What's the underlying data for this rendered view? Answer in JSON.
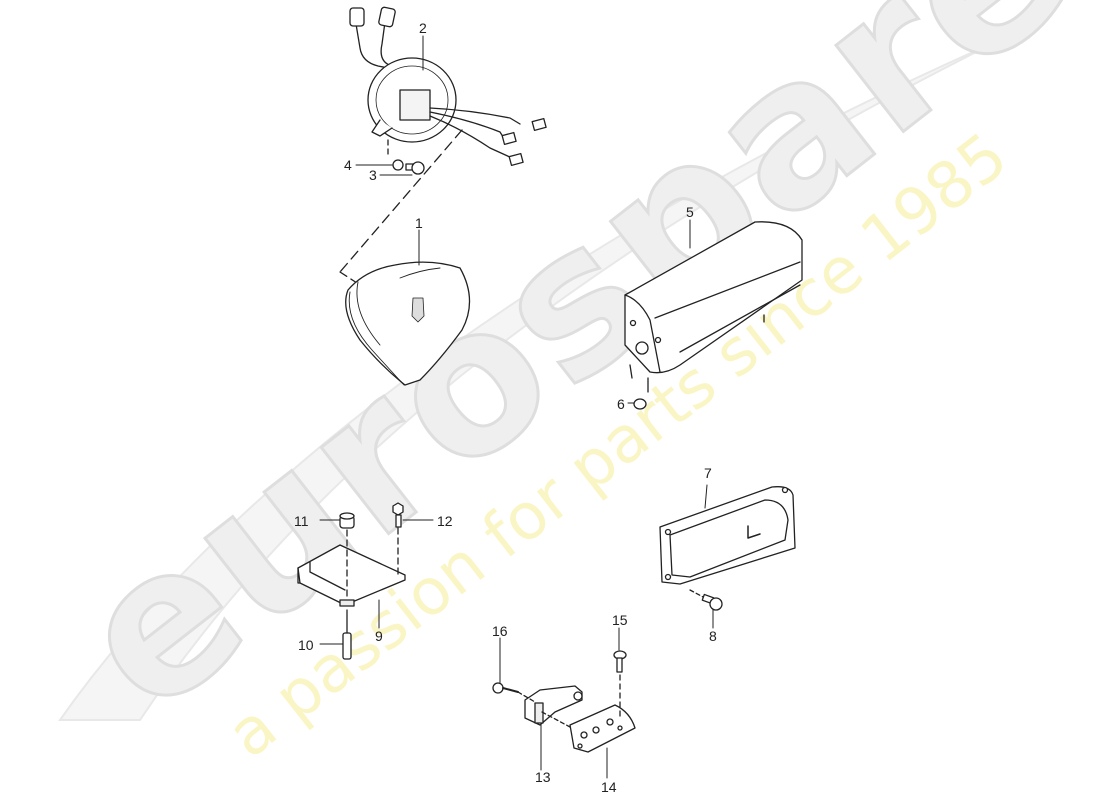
{
  "watermark": {
    "brand": "eurospares",
    "tagline": "a passion for parts since 1985",
    "brand_color": "#ececec",
    "brand_outline": "#dcdcdc",
    "tagline_color": "#fbf7c4"
  },
  "diagram": {
    "line_color": "#222222",
    "callouts": [
      {
        "id": "1",
        "label": "1",
        "part": "airbag-module-steering-wheel"
      },
      {
        "id": "2",
        "label": "2",
        "part": "clock-spring-contact-unit"
      },
      {
        "id": "3",
        "label": "3",
        "part": "screw"
      },
      {
        "id": "4",
        "label": "4",
        "part": "washer"
      },
      {
        "id": "5",
        "label": "5",
        "part": "passenger-airbag-module"
      },
      {
        "id": "6",
        "label": "6",
        "part": "nut"
      },
      {
        "id": "7",
        "label": "7",
        "part": "side-airbag-module"
      },
      {
        "id": "8",
        "label": "8",
        "part": "bolt"
      },
      {
        "id": "9",
        "label": "9",
        "part": "airbag-control-unit"
      },
      {
        "id": "10",
        "label": "10",
        "part": "stud"
      },
      {
        "id": "11",
        "label": "11",
        "part": "nut"
      },
      {
        "id": "12",
        "label": "12",
        "part": "bolt"
      },
      {
        "id": "13",
        "label": "13",
        "part": "crash-sensor"
      },
      {
        "id": "14",
        "label": "14",
        "part": "bracket"
      },
      {
        "id": "15",
        "label": "15",
        "part": "screw"
      },
      {
        "id": "16",
        "label": "16",
        "part": "bolt"
      }
    ]
  }
}
